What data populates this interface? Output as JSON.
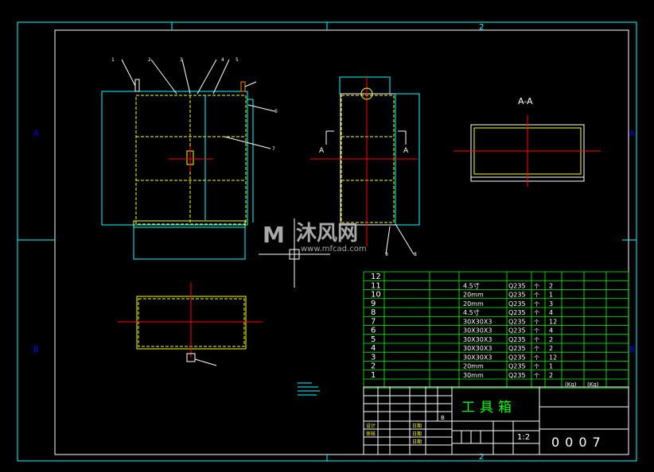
{
  "sheet": {
    "col_label_top": "2",
    "col_label_bottom": "2",
    "row_labels": [
      "A",
      "B"
    ],
    "section_label": "A-A",
    "section_marker": "A"
  },
  "callouts": [
    "1",
    "2",
    "3",
    "4",
    "5",
    "6",
    "7",
    "8",
    "9"
  ],
  "watermark": {
    "brand": "沐风网",
    "url": "www.mfcad.com"
  },
  "bom": {
    "rows": [
      {
        "no": "12",
        "name": "",
        "spec": "",
        "material": "",
        "unit": "",
        "qty": ""
      },
      {
        "no": "11",
        "name": "",
        "spec": "4.5寸",
        "material": "Q235",
        "unit": "个",
        "qty": "2"
      },
      {
        "no": "10",
        "name": "",
        "spec": "20mm",
        "material": "Q235",
        "unit": "个",
        "qty": "1"
      },
      {
        "no": "9",
        "name": "",
        "spec": "20mm",
        "material": "Q235",
        "unit": "个",
        "qty": "3"
      },
      {
        "no": "8",
        "name": "",
        "spec": "4.5寸",
        "material": "Q235",
        "unit": "个",
        "qty": "4"
      },
      {
        "no": "7",
        "name": "",
        "spec": "30X30X3",
        "material": "Q235",
        "unit": "个",
        "qty": "12"
      },
      {
        "no": "6",
        "name": "",
        "spec": "30X30X3",
        "material": "Q235",
        "unit": "个",
        "qty": "4"
      },
      {
        "no": "5",
        "name": "",
        "spec": "30X30X3",
        "material": "Q235",
        "unit": "个",
        "qty": "2"
      },
      {
        "no": "4",
        "name": "",
        "spec": "30X30X3",
        "material": "Q235",
        "unit": "个",
        "qty": "2"
      },
      {
        "no": "3",
        "name": "",
        "spec": "30X30X3",
        "material": "Q235",
        "unit": "个",
        "qty": "12"
      },
      {
        "no": "2",
        "name": "",
        "spec": "20mm",
        "material": "Q235",
        "unit": "个",
        "qty": "1"
      },
      {
        "no": "1",
        "name": "",
        "spec": "30mm",
        "material": "Q235",
        "unit": "个",
        "qty": "2"
      }
    ],
    "weight_label_1": "(Kg)",
    "weight_label_2": "(Kg)"
  },
  "title_block": {
    "title": "工具箱",
    "scale": "1:2",
    "drawing_no": "0007",
    "date_label_1": "日期",
    "date_label_2": "日期",
    "date_label_3": "日期",
    "label_design": "设计",
    "label_review": "审核",
    "stage_mark": "B"
  },
  "colors": {
    "background": "#000000",
    "frame": "#00ffff",
    "part": "#ffff00",
    "centerline": "#ff0000",
    "table": "#00ff00",
    "dim": "#ffffff",
    "label": "#0000ff"
  }
}
